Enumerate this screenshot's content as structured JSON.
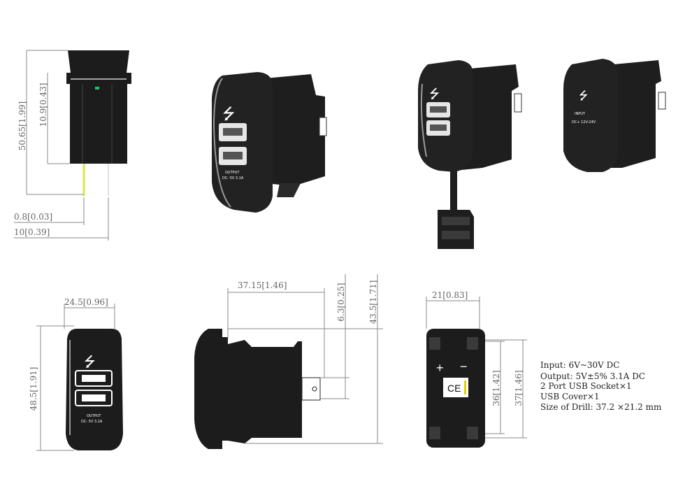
{
  "dimensions": {
    "side_height_total": "50.65[1.99]",
    "side_height_upper": "10.9[0.43]",
    "pin_offset": "0.8[0.03]",
    "pin_length": "10[0.39]",
    "front_width": "24.5[0.96]",
    "front_height": "48.5[1.91]",
    "body_length": "37.15[1.46]",
    "terminal_height": "6.3[0.25]",
    "overall_height": "43.5[1.71]",
    "back_width": "21[0.83]",
    "back_height_inner": "36[1.42]",
    "back_height_outer": "37[1.46]"
  },
  "product_labels": {
    "output_line1": "OUTPUT",
    "output_line2": "DC- 5V 3.1A",
    "back_input_line1": "INPUT",
    "back_input_line2": "DC+ 12V-24V",
    "plus_sign": "+",
    "minus_sign": "−",
    "ce_mark": "CE"
  },
  "specs": [
    "Input: 6V~30V DC",
    "Output: 5V±5%  3.1A DC",
    "2 Port USB Socket×1",
    "USB Cover×1",
    "Size of Drill: 37.2 ×21.2 mm"
  ],
  "colors": {
    "body": "#1c1c1c",
    "line": "#888888",
    "led": "#22c55e",
    "accent_yellow": "#e8d000"
  }
}
